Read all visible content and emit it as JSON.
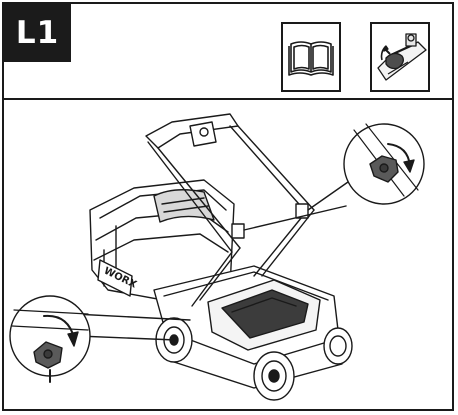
{
  "step": {
    "label": "L1"
  },
  "icons": [
    "open-book-icon",
    "handle-knob-tool-icon"
  ],
  "illustration": {
    "subject": "lawn-mower-handle-assembly",
    "brand_mark": "WORX"
  },
  "colors": {
    "line": "#1a1a1a",
    "knob": "#5a5a5a",
    "badge": "#1b1b1b"
  }
}
